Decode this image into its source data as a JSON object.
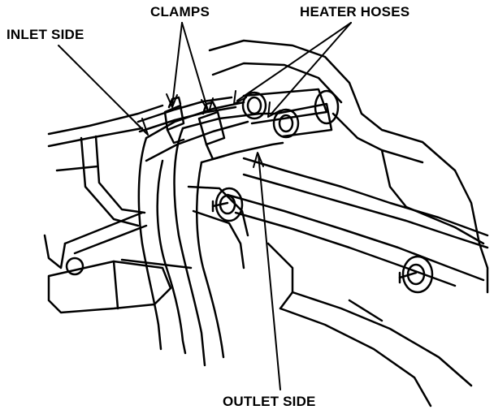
{
  "labels": {
    "clamps": "CLAMPS",
    "heater_hoses": "HEATER HOSES",
    "inlet_side": "INLET SIDE",
    "outlet_side": "OUTLET SIDE"
  },
  "colors": {
    "ink": "#000000",
    "paper": "#ffffff"
  }
}
